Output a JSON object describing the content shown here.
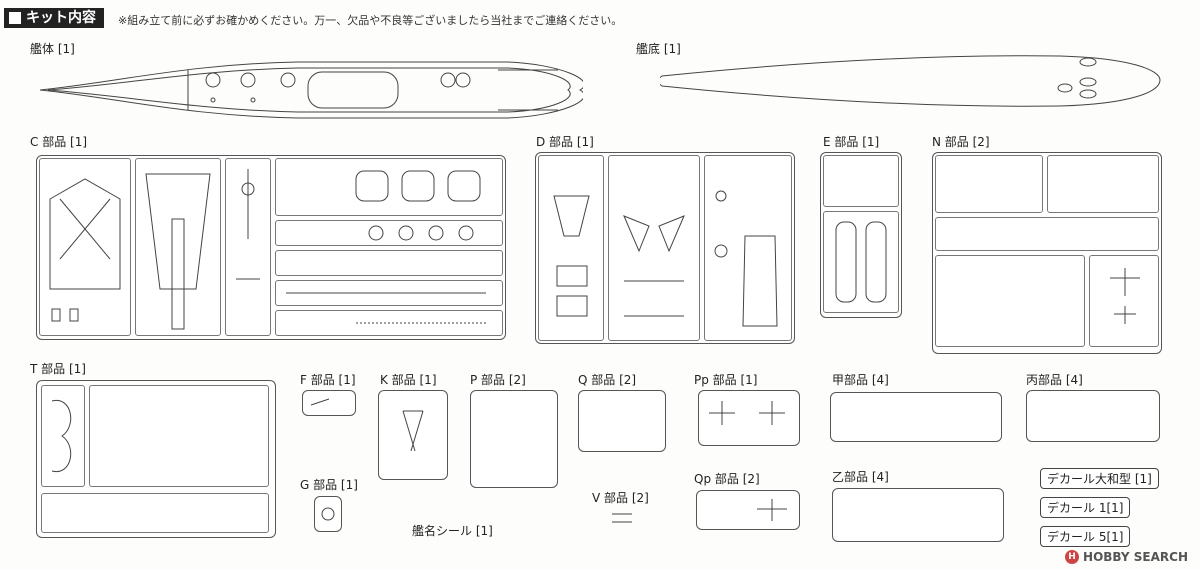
{
  "header": {
    "title": "キット内容",
    "note": "※組み立て前に必ずお確かめください。万一、欠品や不良等ございましたら当社までご連絡ください。"
  },
  "parts": {
    "hull": "艦体 [1]",
    "bottom": "艦底 [1]",
    "c": "C 部品 [1]",
    "d": "D 部品 [1]",
    "e": "E 部品 [1]",
    "n": "N 部品 [2]",
    "t": "T 部品 [1]",
    "f": "F 部品 [1]",
    "k": "K 部品 [1]",
    "p": "P 部品 [2]",
    "q": "Q 部品 [2]",
    "pp": "Pp 部品 [1]",
    "kou": "甲部品 [4]",
    "hei": "丙部品 [4]",
    "g": "G 部品 [1]",
    "v": "V 部品 [2]",
    "qp": "Qp 部品 [2]",
    "otsu": "乙部品 [4]",
    "seal": "艦名シール [1]"
  },
  "decals": [
    "デカール大和型 [1]",
    "デカール 1[1]",
    "デカール 5[1]"
  ],
  "logo": {
    "text": "HOBBY SEARCH",
    "mark": "H"
  }
}
